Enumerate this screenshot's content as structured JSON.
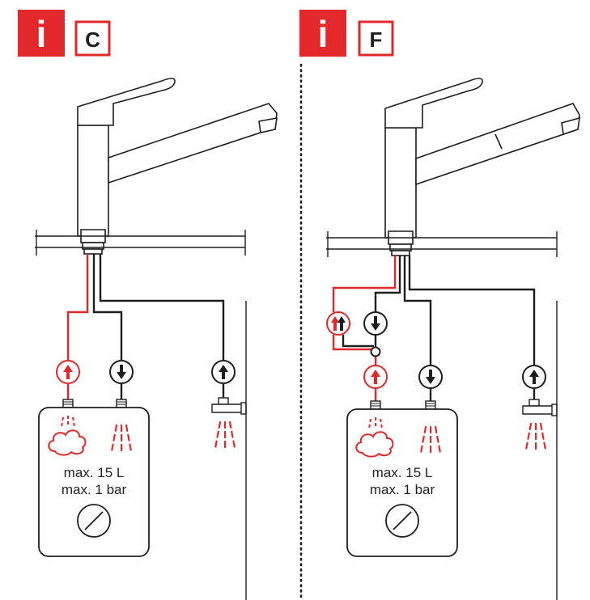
{
  "colors": {
    "accent_red": "#e3282c",
    "line_dark": "#1e1e1e",
    "background": "#ffffff"
  },
  "panels": [
    {
      "info_icon": "i",
      "variant_label": "C",
      "tank": {
        "capacity_line": "max. 15 L",
        "pressure_line": "max. 1 bar"
      },
      "icons": [
        "info-icon",
        "hot-water-up-arrow-icon",
        "cold-water-down-arrow-icon",
        "supply-up-arrow-icon",
        "steam-cloud-icon",
        "water-spray-icon",
        "temperature-dial-icon"
      ]
    },
    {
      "info_icon": "i",
      "variant_label": "F",
      "tank": {
        "capacity_line": "max. 15 L",
        "pressure_line": "max. 1 bar"
      },
      "icons": [
        "info-icon",
        "double-up-arrow-icon",
        "cold-water-down-arrow-icon",
        "hot-water-up-arrow-icon",
        "supply-up-arrow-icon",
        "steam-cloud-icon",
        "water-spray-icon",
        "temperature-dial-icon"
      ]
    }
  ]
}
